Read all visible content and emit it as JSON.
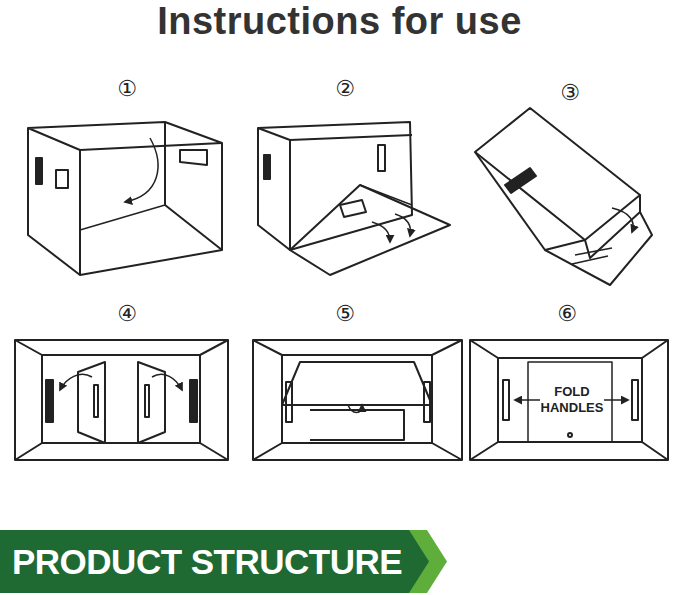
{
  "diagram": {
    "title": "Instructions for use",
    "nodes": [
      {
        "text": [
          "PRODUCT STRUCTURE"
        ]
      }
    ],
    "labels": [
      "①",
      "②",
      "③",
      "④",
      "⑤",
      "⑥",
      "FOLD HANDLES"
    ]
  }
}
